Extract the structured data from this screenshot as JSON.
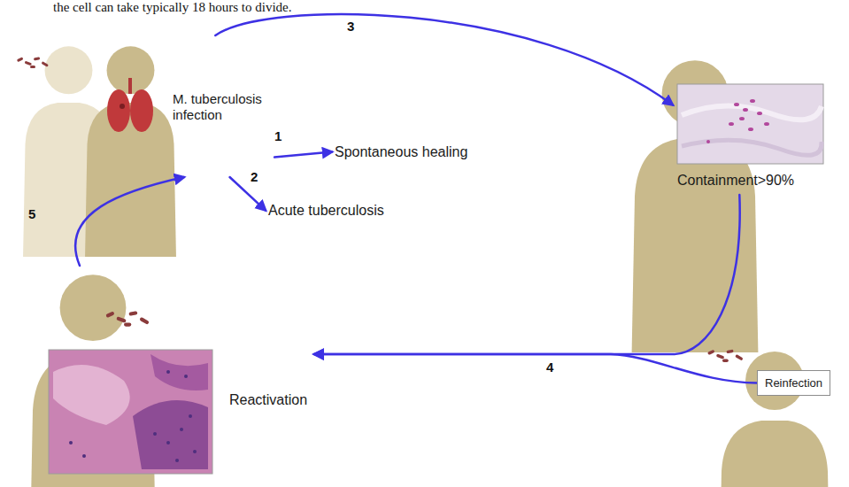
{
  "diagram": {
    "nodes": [
      {
        "text": [
          "M. tuberculosis infection"
        ]
      },
      {
        "text": [
          "Spontaneous healing"
        ]
      },
      {
        "text": [
          "Acute tuberculosis"
        ]
      },
      {
        "text": [
          "Containment>90%"
        ]
      },
      {
        "text": [
          "Reactivation"
        ]
      },
      {
        "text": [
          "Reinfection"
        ]
      }
    ],
    "edges": [
      {
        "from": 0,
        "to": 1,
        "label": "1",
        "arrow": "to"
      },
      {
        "from": 0,
        "to": 2,
        "label": "2",
        "arrow": "to"
      },
      {
        "from": 0,
        "to": 3,
        "label": "3",
        "arrow": "to"
      },
      {
        "from": 3,
        "to": 4,
        "label": "4",
        "arrow": "to"
      },
      {
        "from": 5,
        "to": 4,
        "arrow": "to"
      },
      {
        "from": 4,
        "to": 0,
        "label": "5",
        "arrow": "to"
      }
    ],
    "labels": [
      "the cell can take typically 18 hours to divide."
    ]
  }
}
